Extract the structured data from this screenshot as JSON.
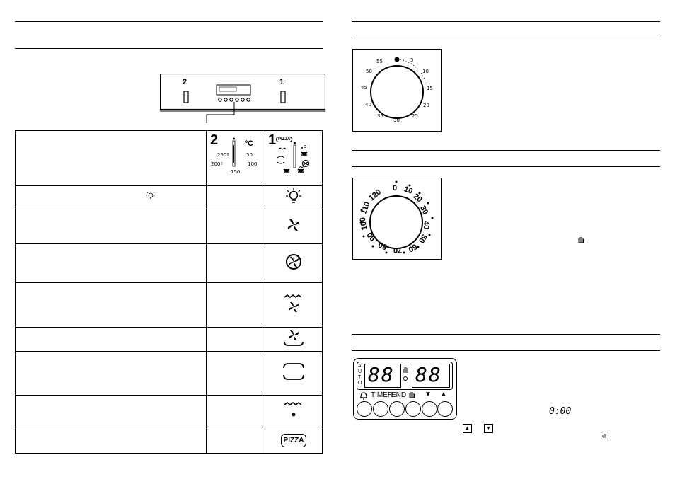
{
  "oven_panel": {
    "knob2_label": "2",
    "knob1_label": "1"
  },
  "program_table": {
    "header": {
      "col2_number": "2",
      "col2_unit": "ºC",
      "col3_number": "1",
      "col3_pizza": "PIZZA",
      "temps_left": [
        "250º",
        "200º"
      ],
      "temps_bottom": "150",
      "temps_right": [
        "100",
        "50"
      ]
    },
    "rows": [
      {
        "icon": "lamp-icon",
        "text_icon": "lamp-icon"
      },
      {
        "icon": "fan-icon"
      },
      {
        "icon": "circular-fan-icon"
      },
      {
        "icon": "grill-fan-icon"
      },
      {
        "icon": "bottom-heat-fan-icon"
      },
      {
        "icon": "top-bottom-heat-icon"
      },
      {
        "icon": "grill-dot-icon"
      },
      {
        "icon": "pizza-icon",
        "label": "PIZZA"
      }
    ]
  },
  "minute_timer_dial": {
    "numbers": [
      "55",
      "5",
      "10",
      "15",
      "20",
      "25",
      "30",
      "35",
      "40",
      "45",
      "50"
    ]
  },
  "cooking_timer_dial": {
    "numbers": [
      "10",
      "20",
      "30",
      "40",
      "50",
      "60",
      "70",
      "80",
      "90",
      "100",
      "110",
      "120"
    ],
    "zero_label": "0"
  },
  "electronic_timer": {
    "auto_letters": [
      "A",
      "U",
      "T",
      "O"
    ],
    "display_left": "88",
    "display_right": "88",
    "labels": {
      "timer": "TIMER",
      "end": "END"
    },
    "reading": "0:00"
  },
  "colors": {
    "ink": "#000000",
    "paper": "#ffffff"
  }
}
